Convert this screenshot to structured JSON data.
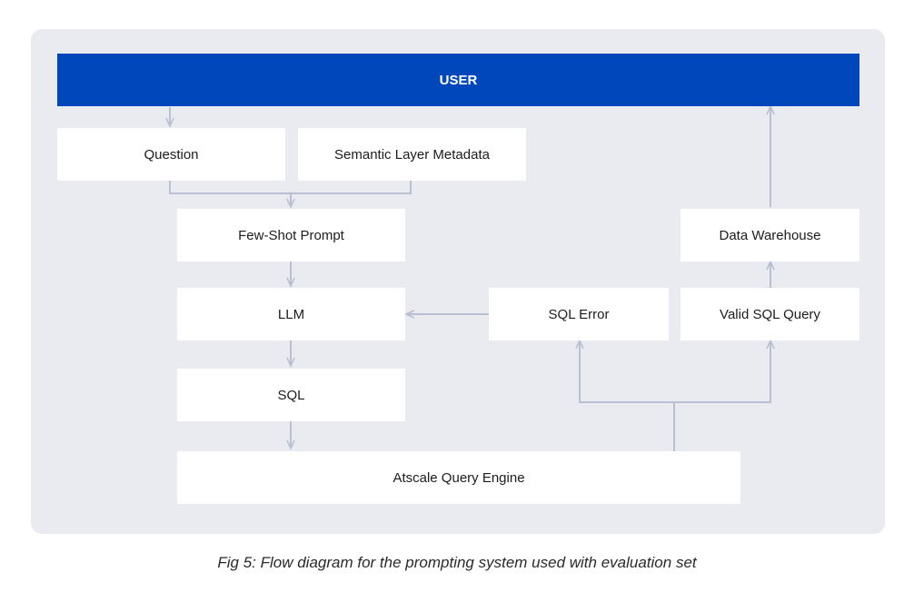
{
  "colors": {
    "panel_bg": "#e9ebf0",
    "user_bar": "#0047bb",
    "node_bg": "#ffffff",
    "connector": "#b8c0d2"
  },
  "diagram": {
    "user": "USER",
    "nodes": {
      "question": "Question",
      "semantic_layer_metadata": "Semantic Layer Metadata",
      "few_shot_prompt": "Few-Shot Prompt",
      "llm": "LLM",
      "sql": "SQL",
      "atscale_query_engine": "Atscale Query Engine",
      "sql_error": "SQL Error",
      "valid_sql_query": "Valid SQL Query",
      "data_warehouse": "Data Warehouse"
    },
    "edges": [
      {
        "from": "user",
        "to": "question"
      },
      {
        "from": "question",
        "to": "few_shot_prompt"
      },
      {
        "from": "semantic_layer_metadata",
        "to": "few_shot_prompt"
      },
      {
        "from": "few_shot_prompt",
        "to": "llm"
      },
      {
        "from": "llm",
        "to": "sql"
      },
      {
        "from": "sql",
        "to": "atscale_query_engine"
      },
      {
        "from": "atscale_query_engine",
        "to": "sql_error"
      },
      {
        "from": "atscale_query_engine",
        "to": "valid_sql_query"
      },
      {
        "from": "sql_error",
        "to": "llm"
      },
      {
        "from": "valid_sql_query",
        "to": "data_warehouse"
      },
      {
        "from": "data_warehouse",
        "to": "user"
      }
    ]
  },
  "caption": "Fig 5: Flow diagram for the prompting system used with evaluation set"
}
